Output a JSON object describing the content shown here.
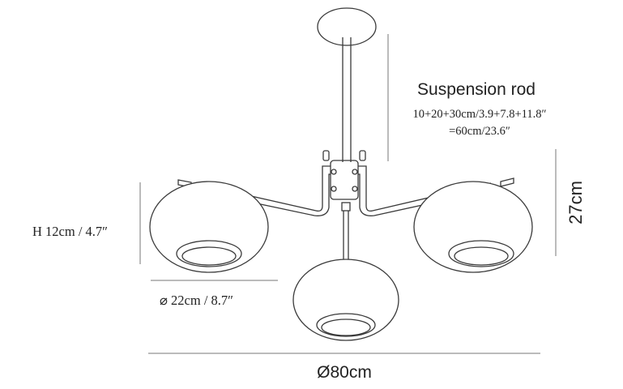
{
  "labels": {
    "suspension_title": "Suspension rod",
    "suspension_line1": "10+20+30cm/3.9+7.8+11.8″",
    "suspension_line2": "=60cm/23.6″",
    "height": "H 12cm / 4.7″",
    "shade_diameter": "⌀ 22cm / 8.7″",
    "drop_height": "27cm",
    "overall_diameter": "Ø80cm"
  }
}
